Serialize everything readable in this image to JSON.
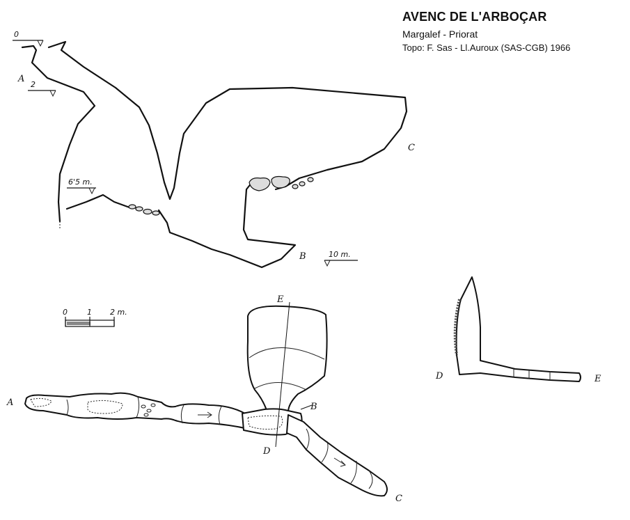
{
  "header": {
    "title": "AVENC DE L'ARBOÇAR",
    "location": "Margalef - Priorat",
    "credits": "Topo: F. Sas - Ll.Auroux  (SAS-CGB)  1966"
  },
  "elevation": {
    "depth_marks": [
      "0",
      "2",
      "6'5 m."
    ],
    "point_labels": [
      "A",
      "B",
      "C"
    ],
    "scale_label": "10 m."
  },
  "plan": {
    "point_labels": [
      "A",
      "B",
      "C",
      "D",
      "E"
    ],
    "scale_ticks": [
      "0",
      "1",
      "2 m."
    ]
  },
  "section": {
    "point_labels": [
      "D",
      "E"
    ]
  }
}
